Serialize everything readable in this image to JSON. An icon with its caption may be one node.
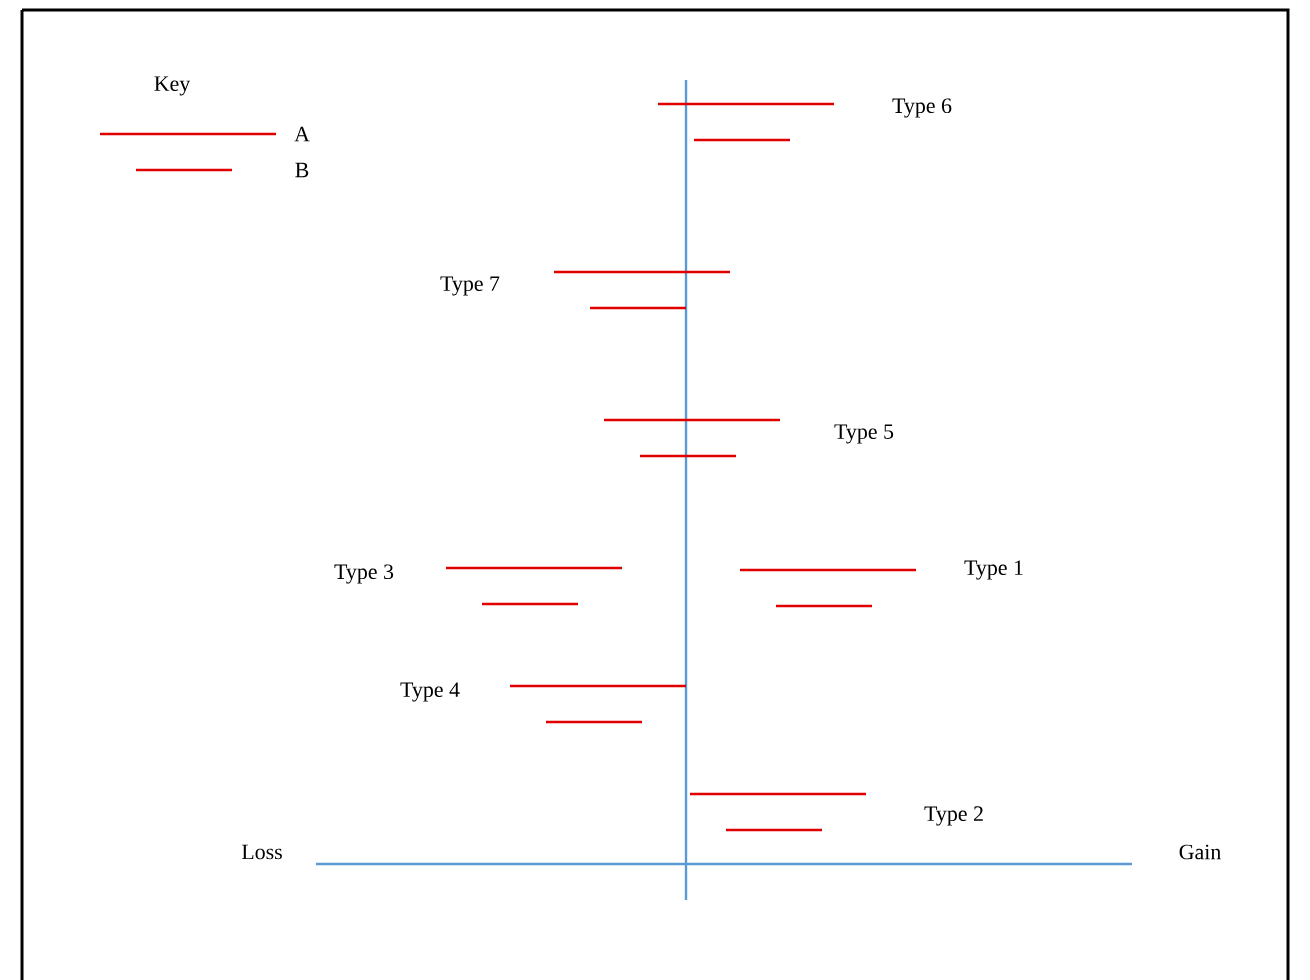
{
  "diagram": {
    "labels": [
      "Key",
      "Type 6",
      "Type 7",
      "Type 5",
      "Type 3",
      "Type 1",
      "Type 4",
      "Type 2",
      "Loss",
      "Gain"
    ],
    "legend": [
      {
        "text": "A"
      },
      {
        "text": "B"
      }
    ]
  }
}
